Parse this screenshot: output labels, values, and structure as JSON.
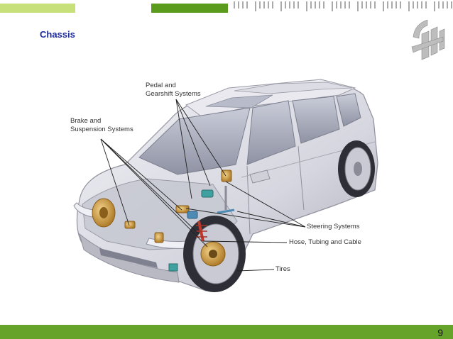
{
  "slide": {
    "title": "Chassis",
    "page_number": "9"
  },
  "labels": {
    "pedal": "Pedal and\nGearshift Systems",
    "brake": "Brake and\nSuspension Systems",
    "steering": "Steering Systems",
    "hose": "Hose, Tubing and Cable",
    "tires": "Tires"
  },
  "colors": {
    "accent_light": "#c7e07a",
    "accent_dark": "#5a9b1d",
    "footer": "#66a32a",
    "title": "#1a2a9c"
  }
}
